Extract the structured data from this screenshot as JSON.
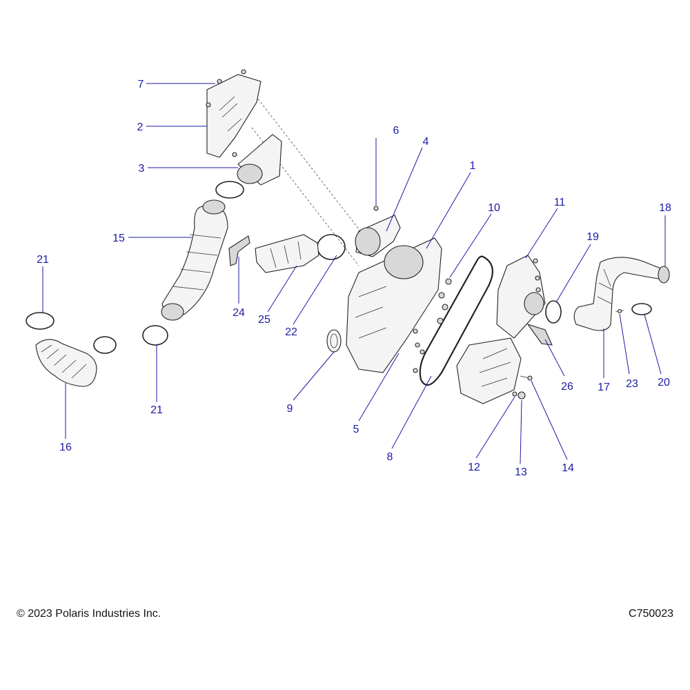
{
  "callouts": {
    "c1": "1",
    "c2": "2",
    "c3": "3",
    "c4": "4",
    "c5": "5",
    "c6": "6",
    "c7": "7",
    "c8": "8",
    "c9": "9",
    "c10": "10",
    "c11": "11",
    "c12": "12",
    "c13": "13",
    "c14": "14",
    "c15": "15",
    "c16": "16",
    "c17": "17",
    "c18": "18",
    "c19": "19",
    "c20": "20",
    "c21a": "21",
    "c21b": "21",
    "c22": "22",
    "c23": "23",
    "c24": "24",
    "c25": "25",
    "c26": "26"
  },
  "footer": {
    "copyright": "© 2023 Polaris Industries Inc.",
    "drawing_number": "C750023"
  },
  "colors": {
    "callout": "#1a1aa6",
    "line": "#222222"
  }
}
